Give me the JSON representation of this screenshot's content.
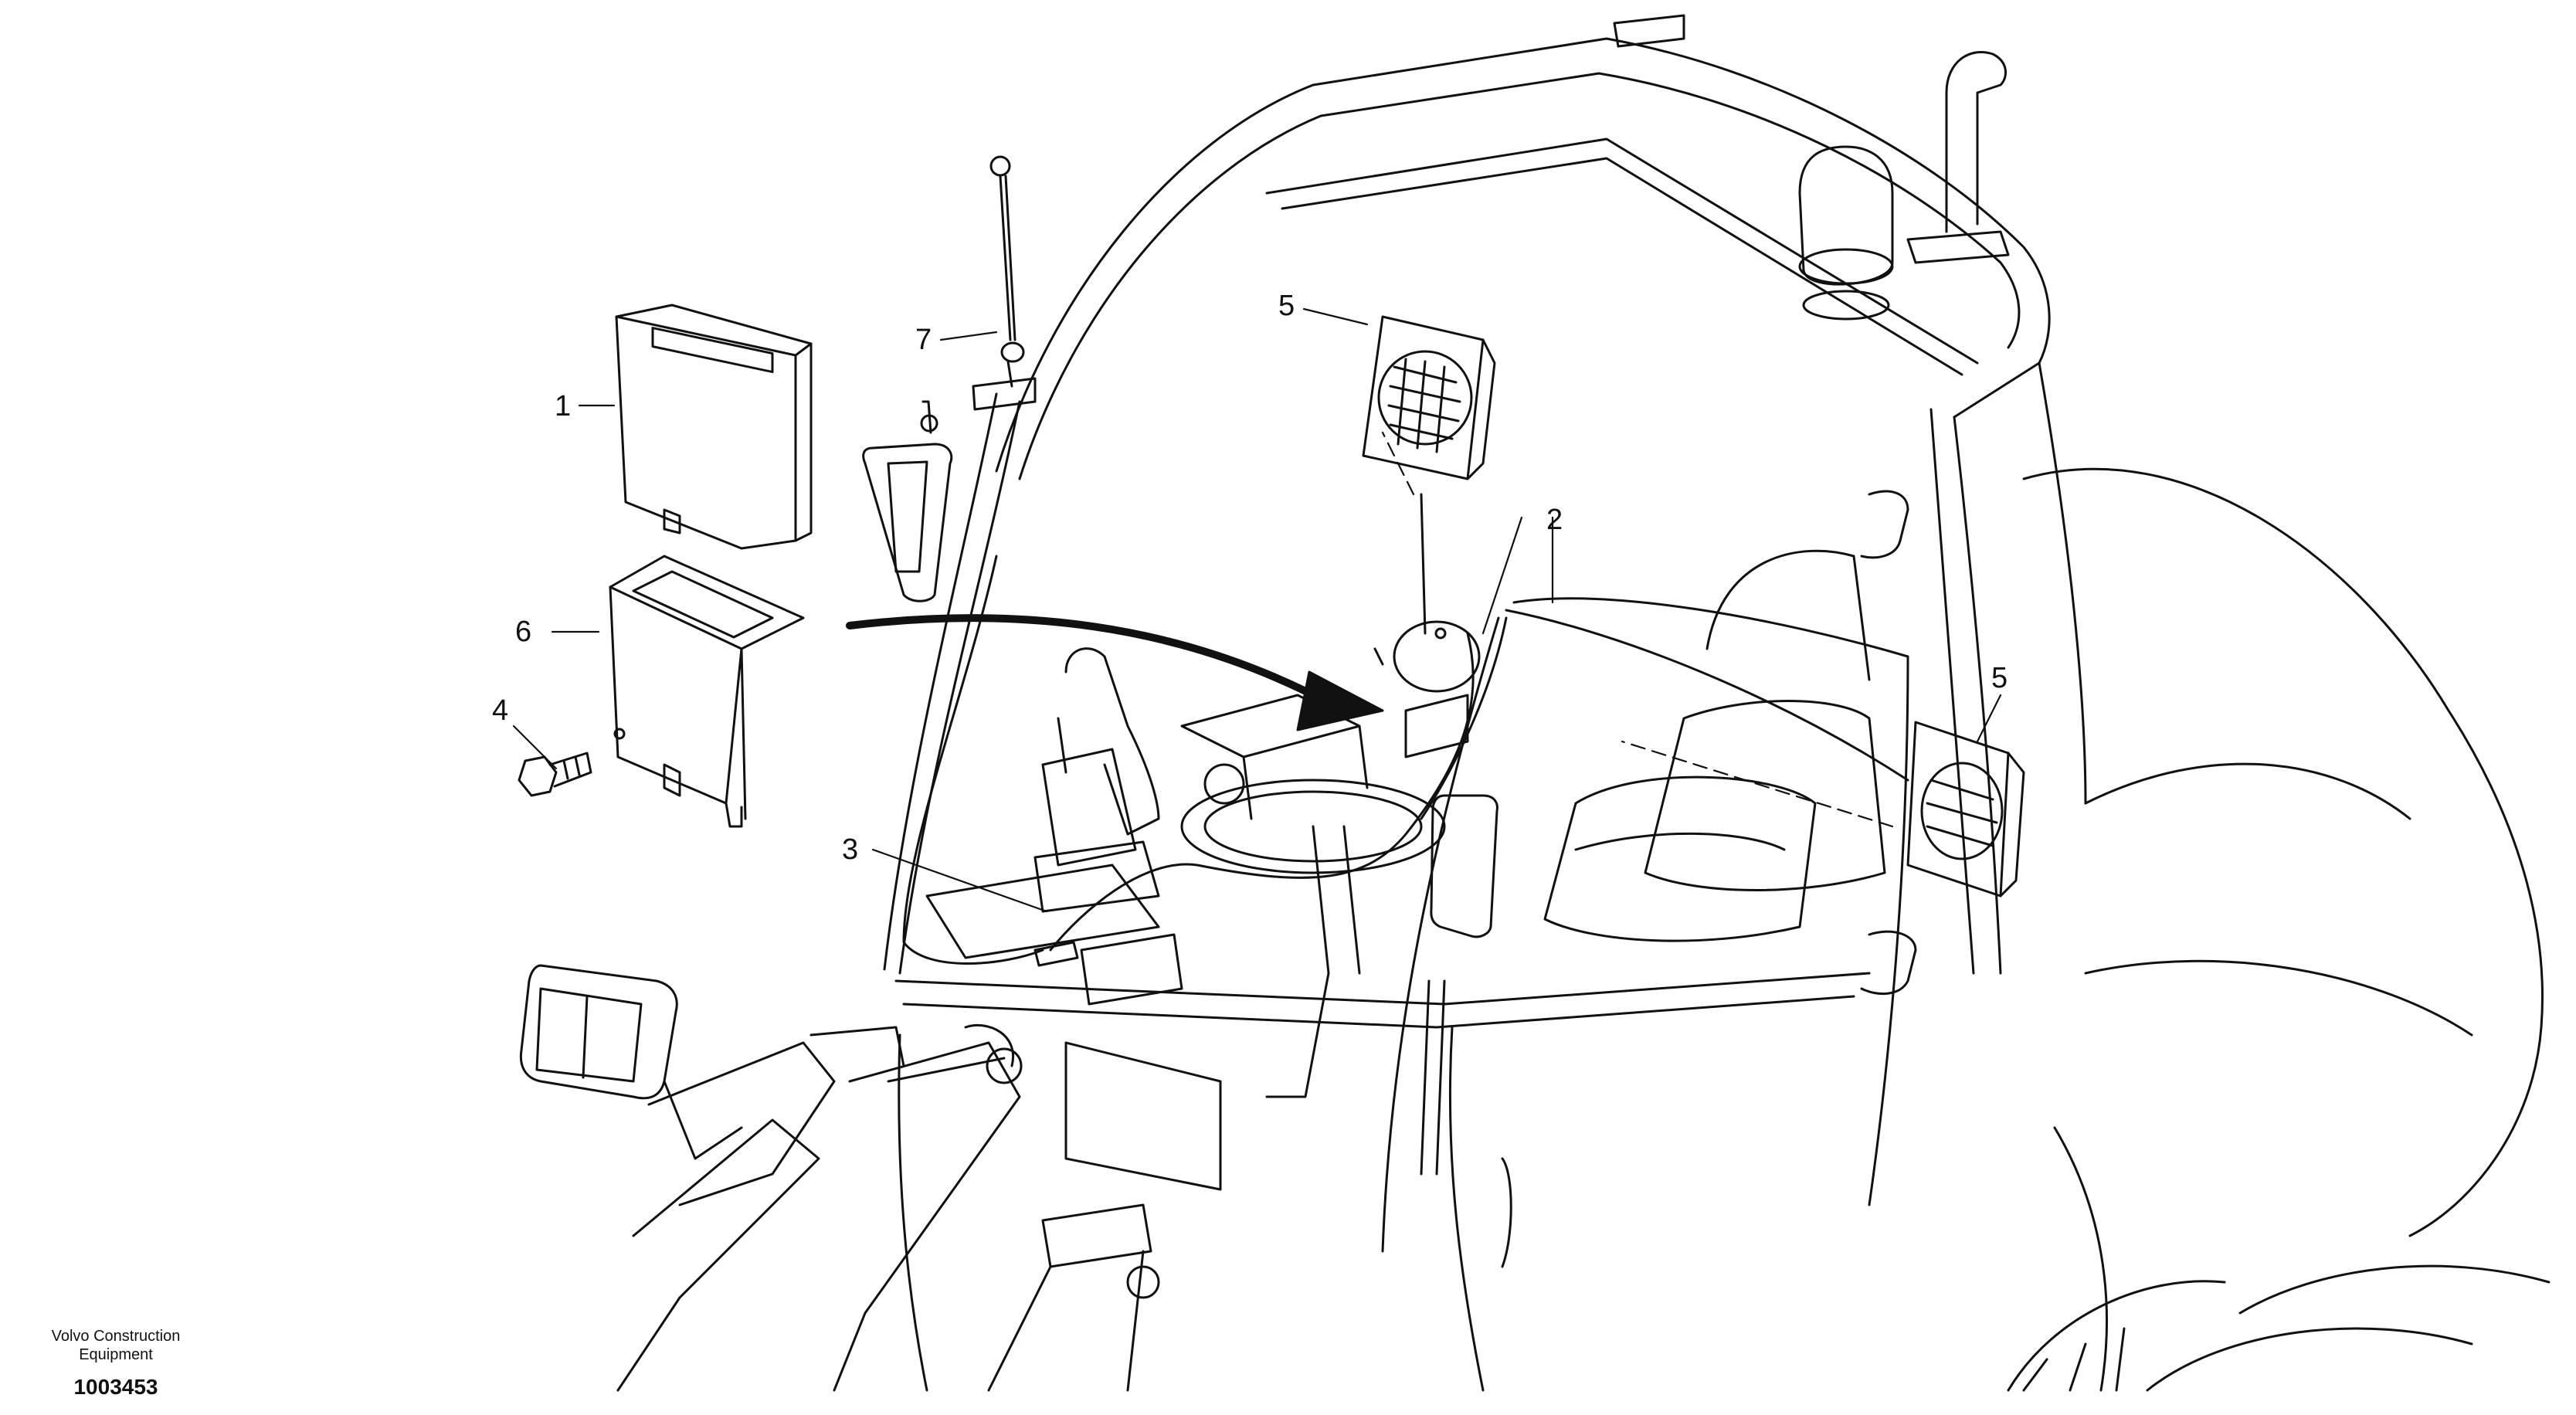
{
  "callouts": {
    "c1": "1",
    "c2": "2",
    "c3": "3",
    "c4": "4",
    "c5a": "5",
    "c5b": "5",
    "c6": "6",
    "c7": "7"
  },
  "footer": {
    "brand_line1": "Volvo Construction",
    "brand_line2": "Equipment",
    "doc_number": "1003453"
  },
  "colors": {
    "line": "#111111",
    "background": "#ffffff"
  }
}
